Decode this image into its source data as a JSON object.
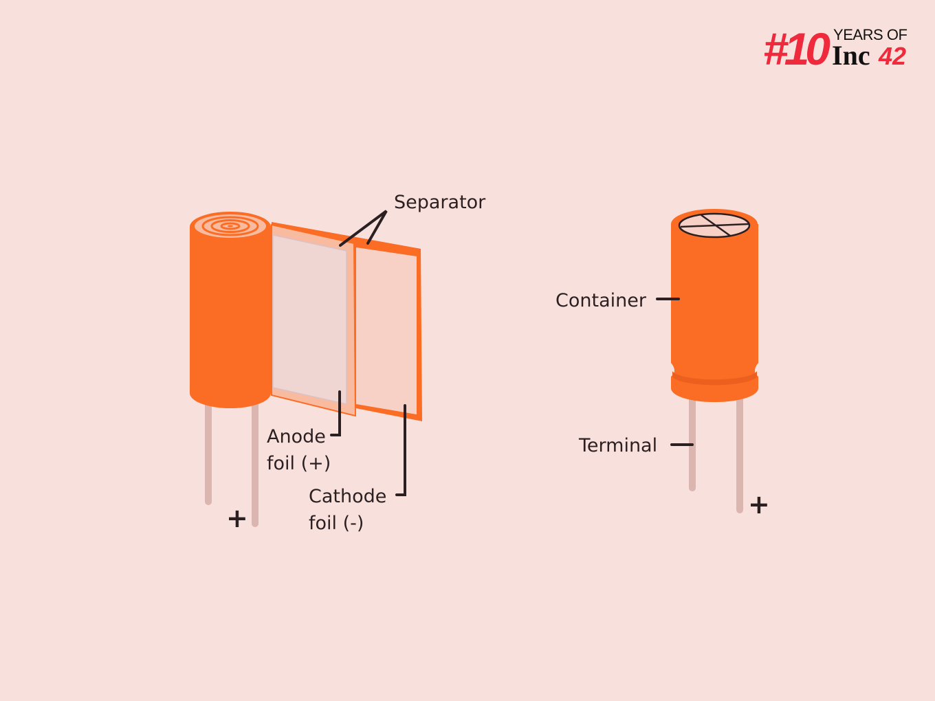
{
  "logo": {
    "number": "#10",
    "line1": "YEARS OF",
    "brand": "Inc",
    "brand_num": "42"
  },
  "exploded": {
    "separator": "Separator",
    "anode_line1": "Anode",
    "anode_line2": "foil (+)",
    "cathode_line1": "Cathode",
    "cathode_line2": "foil (-)",
    "plus": "+"
  },
  "assembled": {
    "container": "Container",
    "terminal": "Terminal",
    "plus": "+"
  },
  "colors": {
    "background": "#f8e1dc",
    "orange": "#fb6c25",
    "lead": "#dbb5b0",
    "logo_red": "#ee2a3c"
  }
}
